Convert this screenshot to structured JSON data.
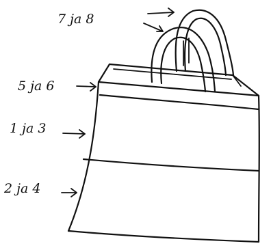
{
  "labels": {
    "handles": "7 ja 8",
    "top_band": "5 ja 6",
    "upper_panel": "1 ja 3",
    "lower_panel": "2 ja 4"
  }
}
